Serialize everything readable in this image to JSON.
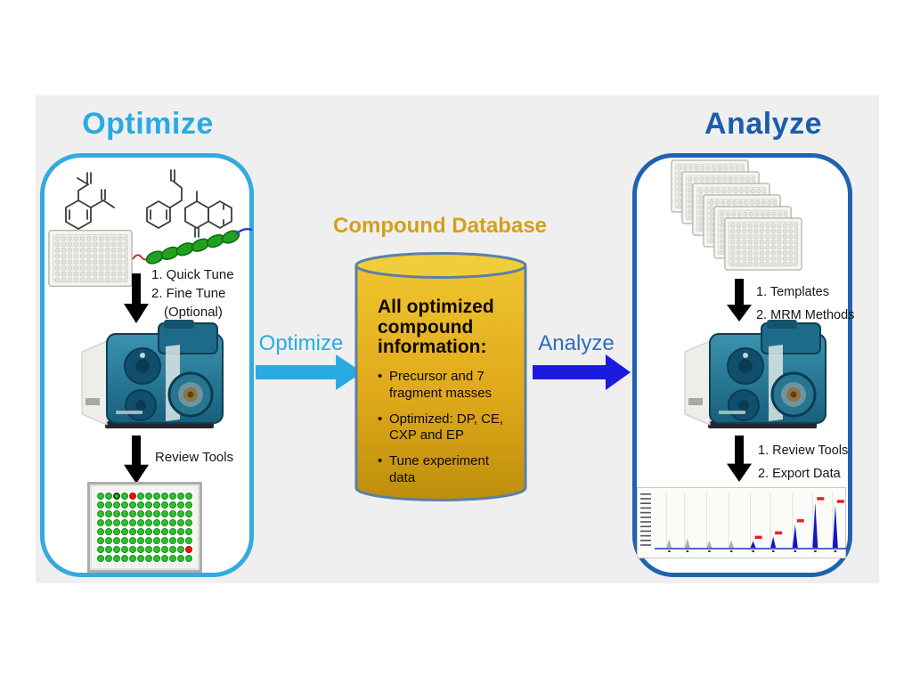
{
  "page": {
    "optimize_title": "Optimize",
    "analyze_title": "Analyze"
  },
  "colors": {
    "optimize_accent": "#29ABE2",
    "analyze_title": "#1A5DAD",
    "analyze_label": "#2E6DB4",
    "arrow_blue": "#1B1BDF",
    "gold_title": "#D4A017",
    "panel_bg": "#EFEFEF",
    "left_box_border": "#35AADF",
    "right_box_border": "#1E62B0"
  },
  "pictograms": {
    "molecules": "chemical-structures",
    "microplate": "96-well-microplate",
    "helix": "peptide-helix",
    "mass_spec": "mass-spectrometer",
    "wellplate_results": "optimization-results-plate",
    "plate_stack": "microplate-stack",
    "chromatogram": "mrm-chromatogram"
  },
  "optimize_panel": {
    "tune_steps": [
      "1. Quick Tune",
      "2. Fine Tune",
      "(Optional)"
    ],
    "review_label": "Review Tools",
    "wellplate": {
      "rows": 8,
      "cols": 12,
      "red_wells": [
        [
          0,
          4
        ],
        [
          6,
          11
        ]
      ],
      "ringed_well": [
        0,
        2
      ]
    }
  },
  "flow": {
    "optimize_label": "Optimize",
    "analyze_label": "Analyze"
  },
  "database": {
    "title": "Compound Database",
    "heading": "All optimized compound information:",
    "bullets": [
      "Precursor and 7 fragment masses",
      "Optimized: DP, CE, CXP and EP",
      "Tune experiment data"
    ]
  },
  "analyze_panel": {
    "input_steps": [
      "1. Templates",
      "2. MRM Methods"
    ],
    "output_steps": [
      "1. Review Tools",
      "2. Export Data"
    ],
    "chromatogram": {
      "peaks": [
        {
          "x": 0.06,
          "h": 0.15,
          "major": false
        },
        {
          "x": 0.16,
          "h": 0.17,
          "major": false
        },
        {
          "x": 0.28,
          "h": 0.13,
          "major": false
        },
        {
          "x": 0.4,
          "h": 0.14,
          "major": false
        },
        {
          "x": 0.52,
          "h": 0.12,
          "major": true
        },
        {
          "x": 0.63,
          "h": 0.2,
          "major": true
        },
        {
          "x": 0.75,
          "h": 0.42,
          "major": true
        },
        {
          "x": 0.86,
          "h": 0.82,
          "major": true
        },
        {
          "x": 0.97,
          "h": 0.77,
          "major": true
        }
      ]
    }
  }
}
